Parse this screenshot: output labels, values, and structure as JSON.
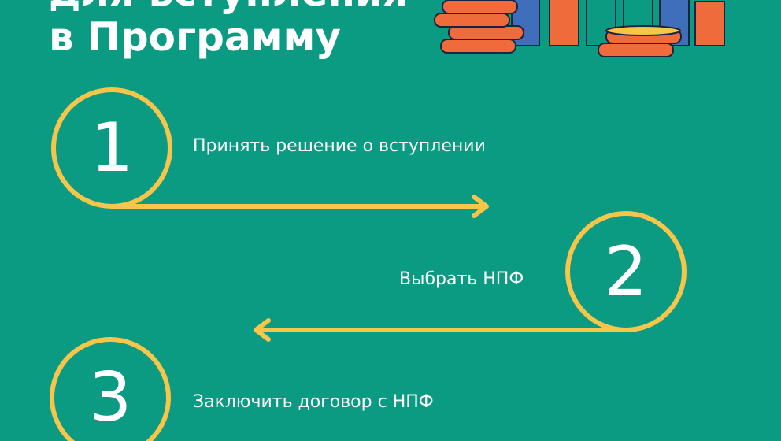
{
  "title": {
    "line1": "для вступления",
    "line2": "в Программу"
  },
  "steps": [
    {
      "number": "1",
      "text": "Принять решение о вступлении"
    },
    {
      "number": "2",
      "text": "Выбрать НПФ"
    },
    {
      "number": "3",
      "text": "Заключить договор с НПФ"
    }
  ],
  "colors": {
    "background": "#0b9a82",
    "accent": "#f7c54a",
    "orange": "#ef6b3b",
    "blue": "#3f6fba"
  }
}
